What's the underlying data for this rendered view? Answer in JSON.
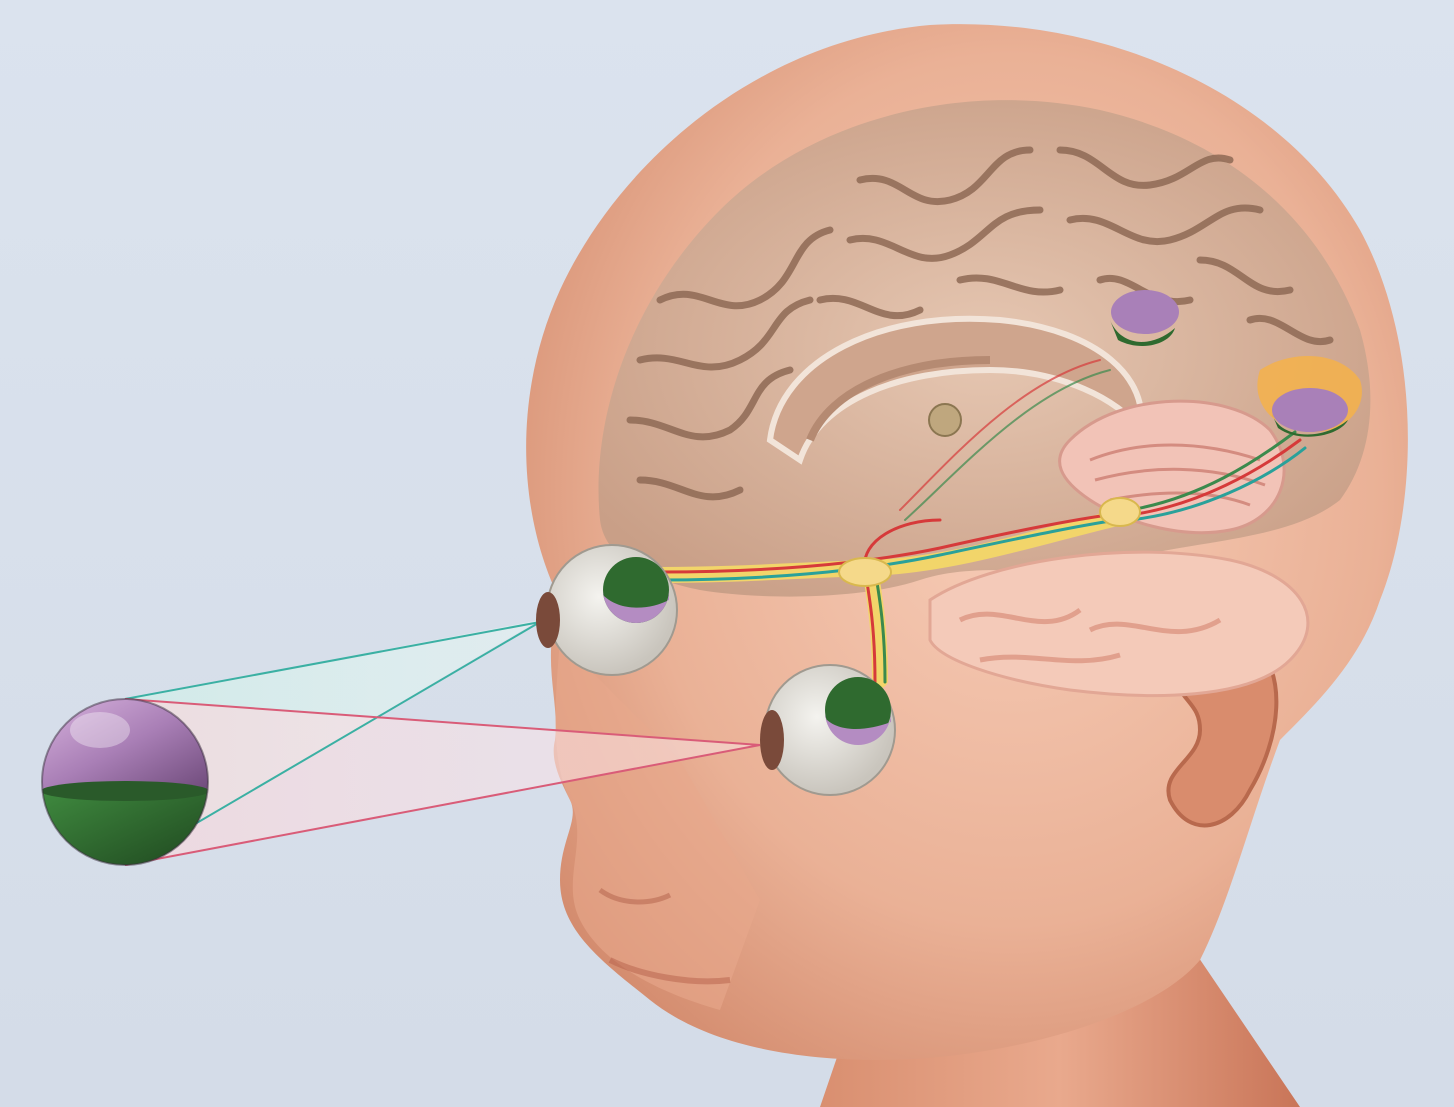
{
  "figure": {
    "subject": "visual-pathway-illustration",
    "colors": {
      "background": "#d8e0eb",
      "skin_light": "#f6c9b4",
      "skin_mid": "#e7a88b",
      "skin_dark": "#c8775a",
      "brain": "#dcb9a2",
      "brain_groove": "#8f6a55",
      "cerebellum": "#f2c3b7",
      "object_upper": "#a77cb4",
      "object_lower": "#2f6a2f",
      "visual_cortex_highlight": "#f4b24a",
      "nerve_red": "#d63a3a",
      "nerve_green": "#3b8a4d",
      "nerve_teal": "#2aa19a",
      "nerve_yellow": "#f2d56a",
      "light_cone_teal": "#c9ece6",
      "light_cone_pink": "#f3d0d6"
    },
    "parts": [
      "head",
      "brain",
      "cerebellum",
      "left-eye",
      "right-eye",
      "optic-chiasm",
      "lateral-geniculate-nucleus",
      "visual-cortex",
      "superior-colliculus",
      "viewed-sphere",
      "light-cones"
    ]
  }
}
